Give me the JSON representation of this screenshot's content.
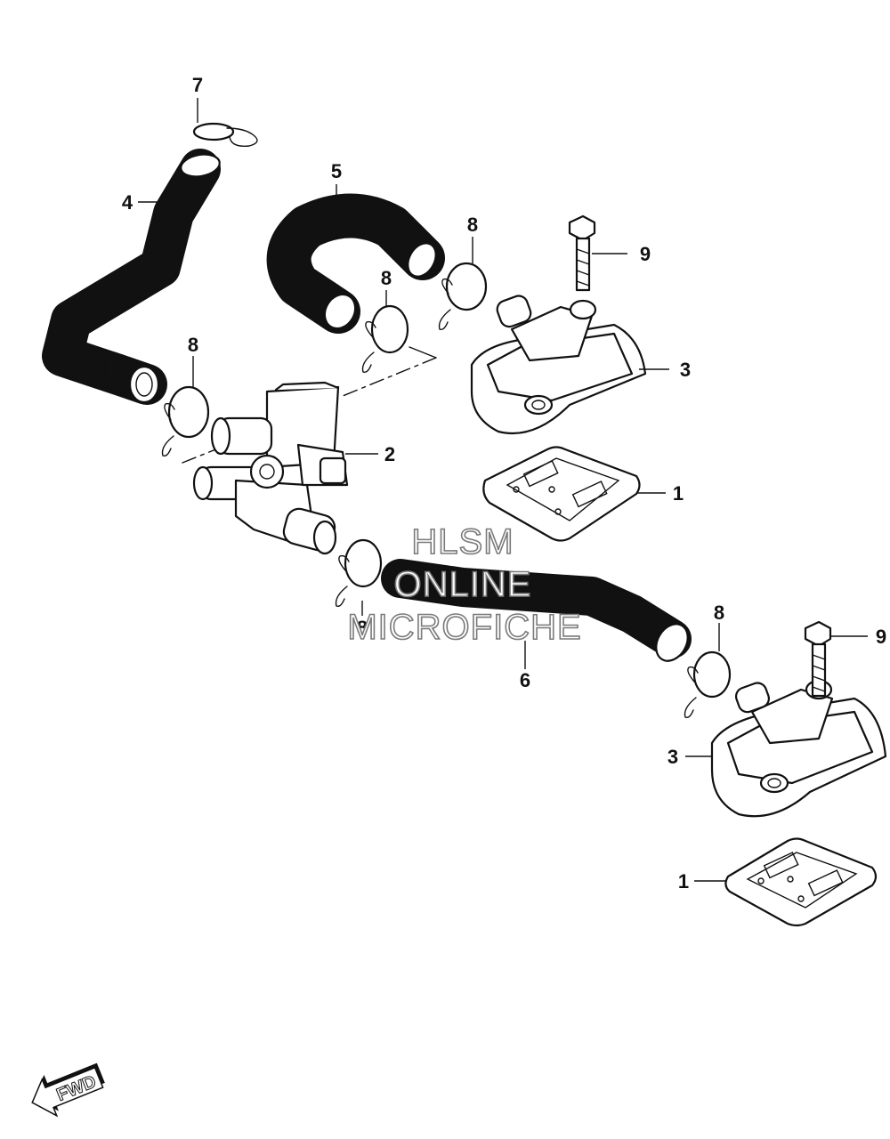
{
  "callouts": [
    {
      "id": "callout-1a",
      "label": "1"
    },
    {
      "id": "callout-1b",
      "label": "1"
    },
    {
      "id": "callout-2",
      "label": "2"
    },
    {
      "id": "callout-3a",
      "label": "3"
    },
    {
      "id": "callout-3b",
      "label": "3"
    },
    {
      "id": "callout-4",
      "label": "4"
    },
    {
      "id": "callout-5",
      "label": "5"
    },
    {
      "id": "callout-6",
      "label": "6"
    },
    {
      "id": "callout-7",
      "label": "7"
    },
    {
      "id": "callout-8a",
      "label": "8"
    },
    {
      "id": "callout-8b",
      "label": "8"
    },
    {
      "id": "callout-8c",
      "label": "8"
    },
    {
      "id": "callout-8d",
      "label": "8"
    },
    {
      "id": "callout-8e",
      "label": "8"
    },
    {
      "id": "callout-9a",
      "label": "9"
    },
    {
      "id": "callout-9b",
      "label": "9"
    }
  ],
  "watermark": {
    "line1": "HLSM",
    "line2": "ONLINE",
    "line3": "MICROFICHE"
  },
  "direction_badge": {
    "label": "FWD"
  }
}
